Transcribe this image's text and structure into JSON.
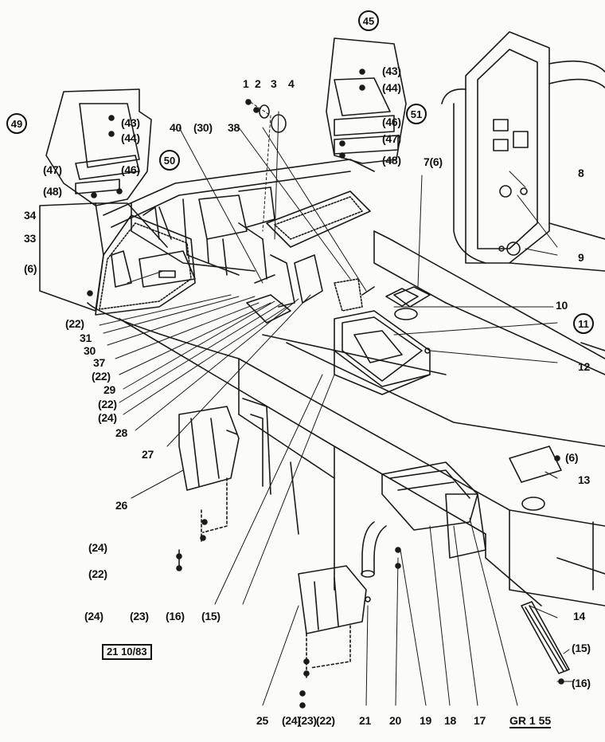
{
  "callouts_circled": {
    "c45": "45",
    "c49": "49",
    "c50": "50",
    "c51": "51",
    "c11": "11"
  },
  "labels": {
    "l1": "1",
    "l2": "2",
    "l3": "3",
    "l4": "4",
    "l43a": "(43)",
    "l44a": "(44)",
    "l46a": "(46)",
    "l47a": "(47)",
    "l48a": "(48)",
    "l43b": "(43)",
    "l44b": "(44)",
    "l46b": "(46)",
    "l47b": "(47)",
    "l48b": "(48)",
    "l40": "40",
    "l30a": "(30)",
    "l38": "38",
    "l76": "7(6)",
    "l8": "8",
    "l9": "9",
    "l34": "34",
    "l33": "33",
    "l6a": "(6)",
    "l22a": "(22)",
    "l31": "31",
    "l30b": "30",
    "l37": "37",
    "l22b": "(22)",
    "l29": "29",
    "l22c": "(22)",
    "l24a": "(24)",
    "l28": "28",
    "l27": "27",
    "l10": "10",
    "l12": "12",
    "l6b": "(6)",
    "l13": "13",
    "l26": "26",
    "l24b": "(24)",
    "l22d": "(22)",
    "l24c": "(24)",
    "l23a": "(23)",
    "l16a": "(16)",
    "l15a": "(15)",
    "l14": "14",
    "l15b": "(15)",
    "l16b": "(16)",
    "l25": "25",
    "l24d": "(24)",
    "l23b": "(23)",
    "l22e": "(22)",
    "l21": "21",
    "l20": "20",
    "l19": "19",
    "l18": "18",
    "l17": "17"
  },
  "date_stamp": "21 10/83",
  "sheet_ref": "GR 1 55"
}
